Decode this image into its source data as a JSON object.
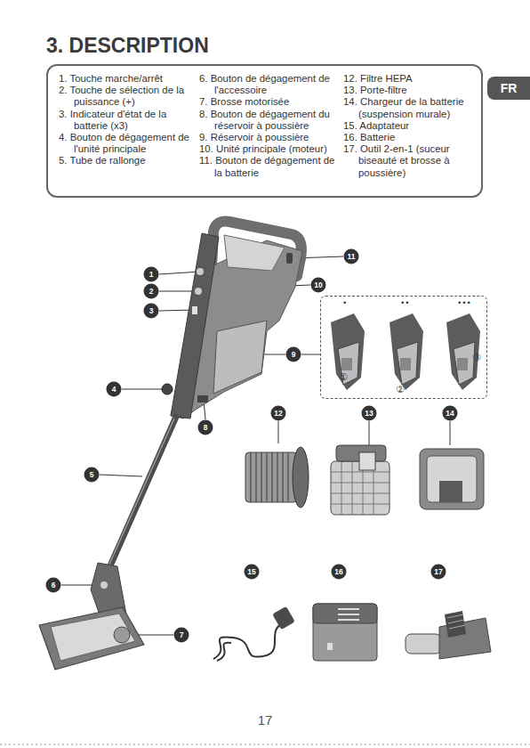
{
  "diagram": {
    "title": "3. DESCRIPTION",
    "nodes": [
      {
        "text": [
          "1. Touche marche/arrêt",
          "2. Touche de sélection de la puissance (+)",
          "3. Indicateur d'état de la batterie (x3)",
          "4. Bouton de dégagement de l'unité principale",
          "5. Tube de rallonge",
          "6. Bouton de dégagement de l'accessoire",
          "7. Brosse motorisée",
          "8. Bouton de dégagement du réservoir à poussière",
          "9. Réservoir à poussière",
          "10. Unité principale (moteur)",
          "11. Bouton de dégagement de la batterie",
          "12. Filtre HEPA",
          "13. Porte-filtre",
          "14. Chargeur de la batterie (suspension murale)",
          "15. Adaptateur",
          "16. Batterie",
          "17. Outil 2-en-1 (suceur biseauté et brosse à poussière)"
        ]
      },
      {
        "text": [
          "FR"
        ]
      },
      {
        "text": [
          "1"
        ]
      },
      {
        "text": [
          "2"
        ]
      },
      {
        "text": [
          "3"
        ]
      },
      {
        "text": [
          "4"
        ]
      },
      {
        "text": [
          "5"
        ]
      },
      {
        "text": [
          "6"
        ]
      },
      {
        "text": [
          "7"
        ]
      },
      {
        "text": [
          "8"
        ]
      },
      {
        "text": [
          "9"
        ]
      },
      {
        "text": [
          "10"
        ]
      },
      {
        "text": [
          "11"
        ]
      },
      {
        "text": [
          "12"
        ]
      },
      {
        "text": [
          "13"
        ]
      },
      {
        "text": [
          "14"
        ]
      },
      {
        "text": [
          "15"
        ]
      },
      {
        "text": [
          "16"
        ]
      },
      {
        "text": [
          "17"
        ]
      },
      {
        "text": [
          "•",
          "••",
          "•••",
          "①",
          "②",
          "③"
        ]
      }
    ],
    "labels": [
      "17"
    ]
  }
}
